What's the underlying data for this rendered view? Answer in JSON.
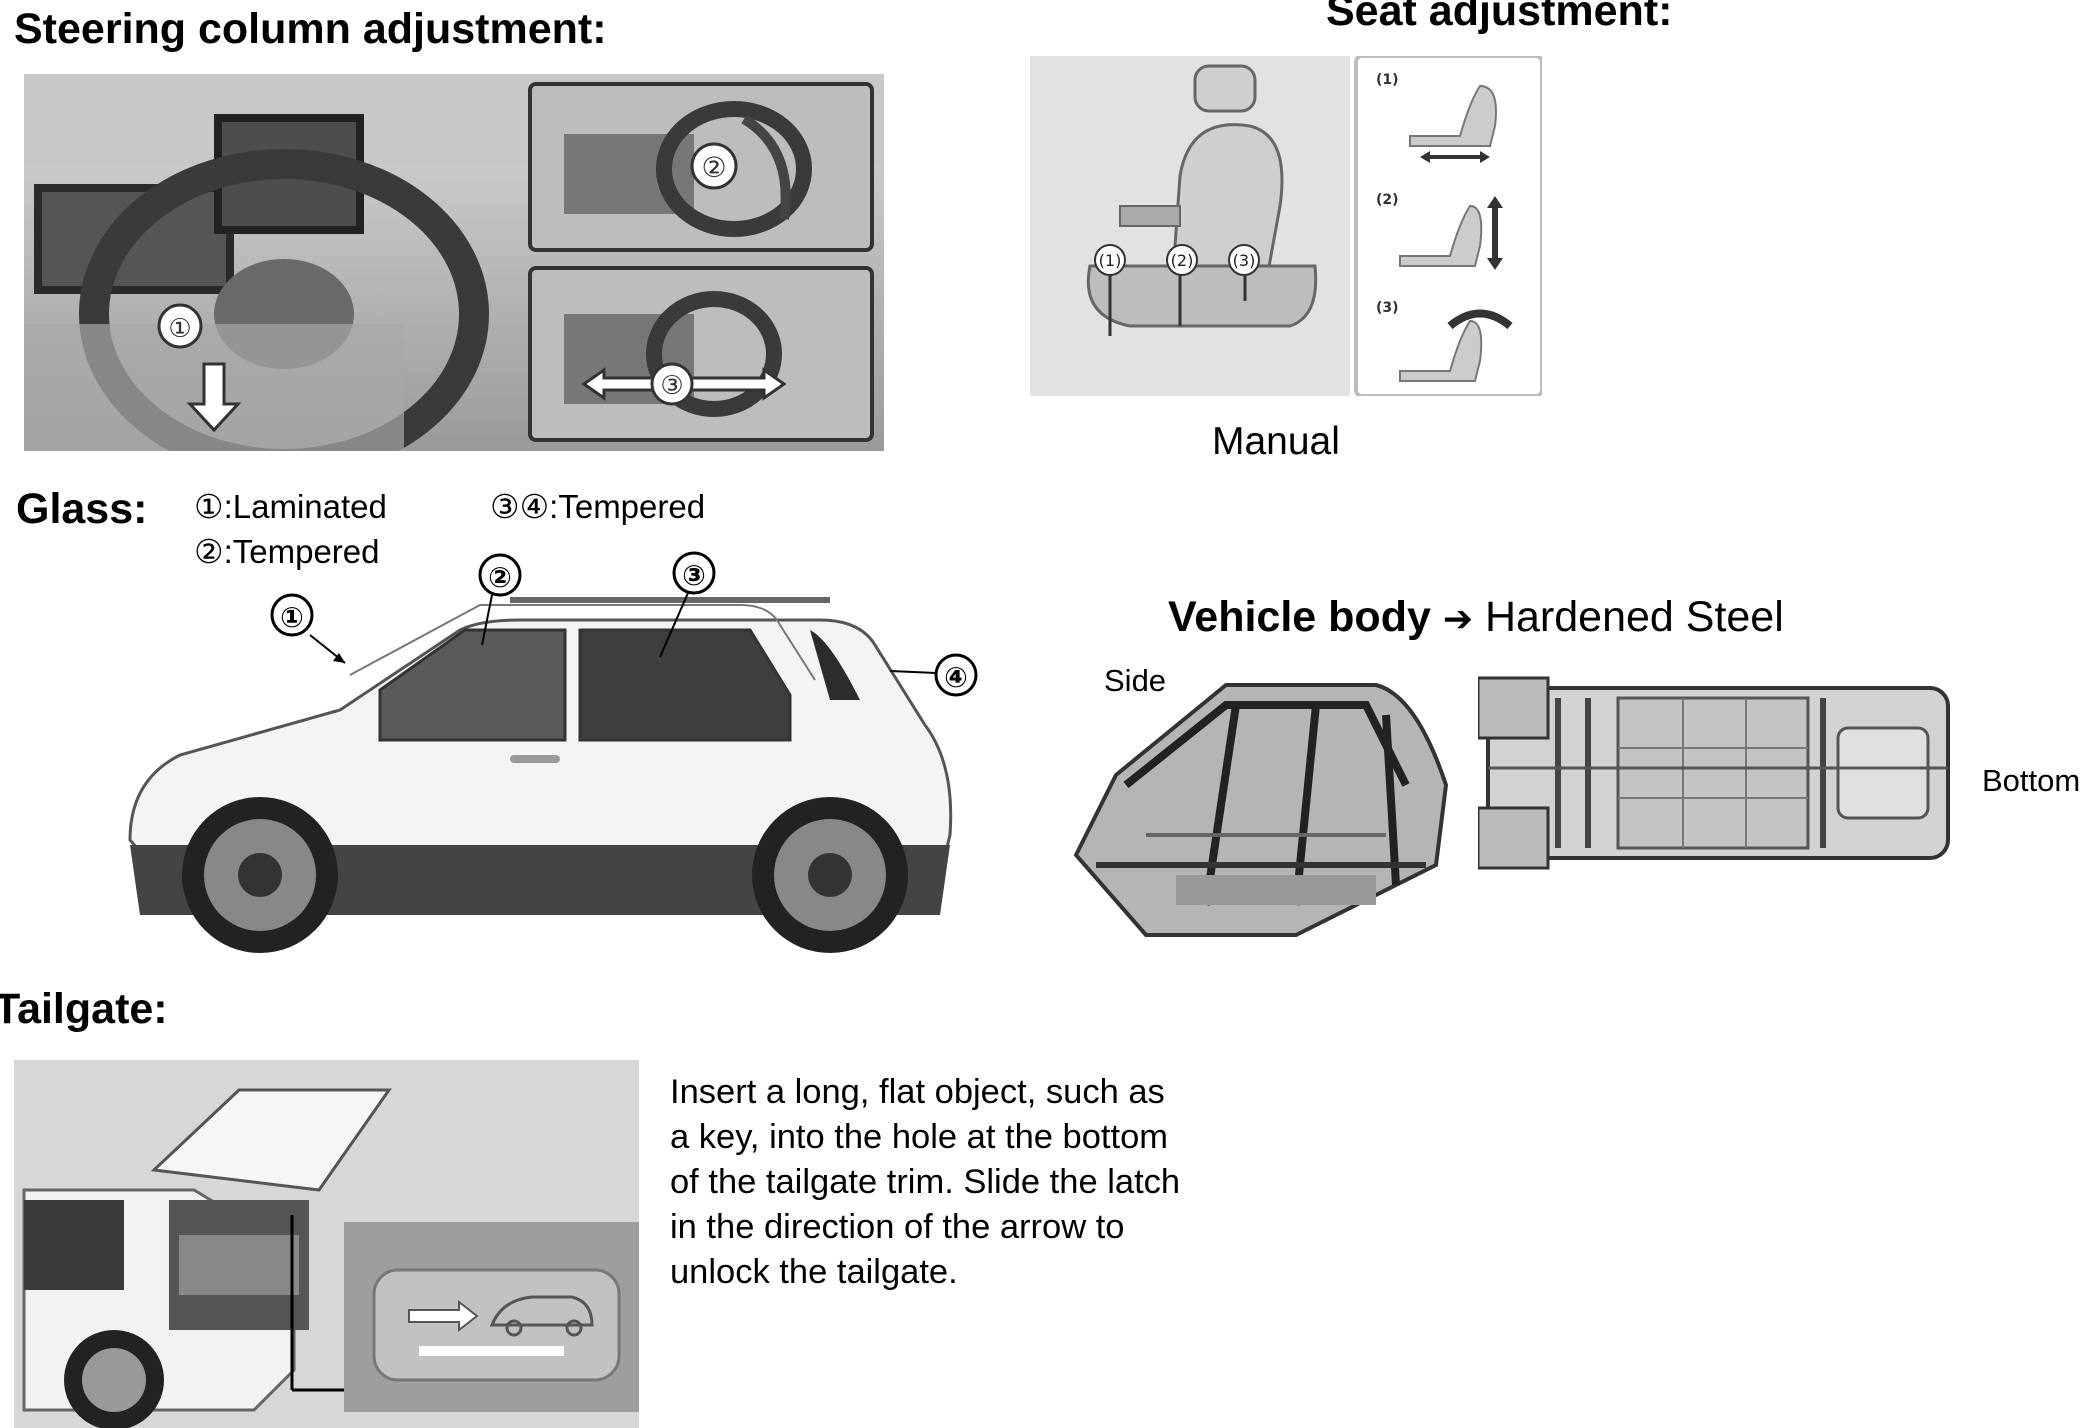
{
  "steering": {
    "heading": "Steering column adjustment:",
    "markers": [
      "①",
      "②",
      "③"
    ]
  },
  "seat": {
    "heading": "Seat adjustment:",
    "labels": [
      "(1)",
      "(2)",
      "(3)"
    ],
    "caption": "Manual"
  },
  "glass": {
    "heading": "Glass:",
    "legend": [
      "①:Laminated",
      "②:Tempered",
      "③④:Tempered"
    ],
    "markers": [
      "①",
      "②",
      "③",
      "④"
    ]
  },
  "body": {
    "heading": "Vehicle body",
    "arrow": "➔",
    "material": "Hardened Steel",
    "side_label": "Side",
    "bottom_label": "Bottom"
  },
  "tailgate": {
    "heading": "Tailgate:",
    "instructions": "Insert a long, flat object, such as a key, into the hole at the bottom of the tailgate trim. Slide the latch in the direction of the arrow to unlock the tailgate."
  }
}
